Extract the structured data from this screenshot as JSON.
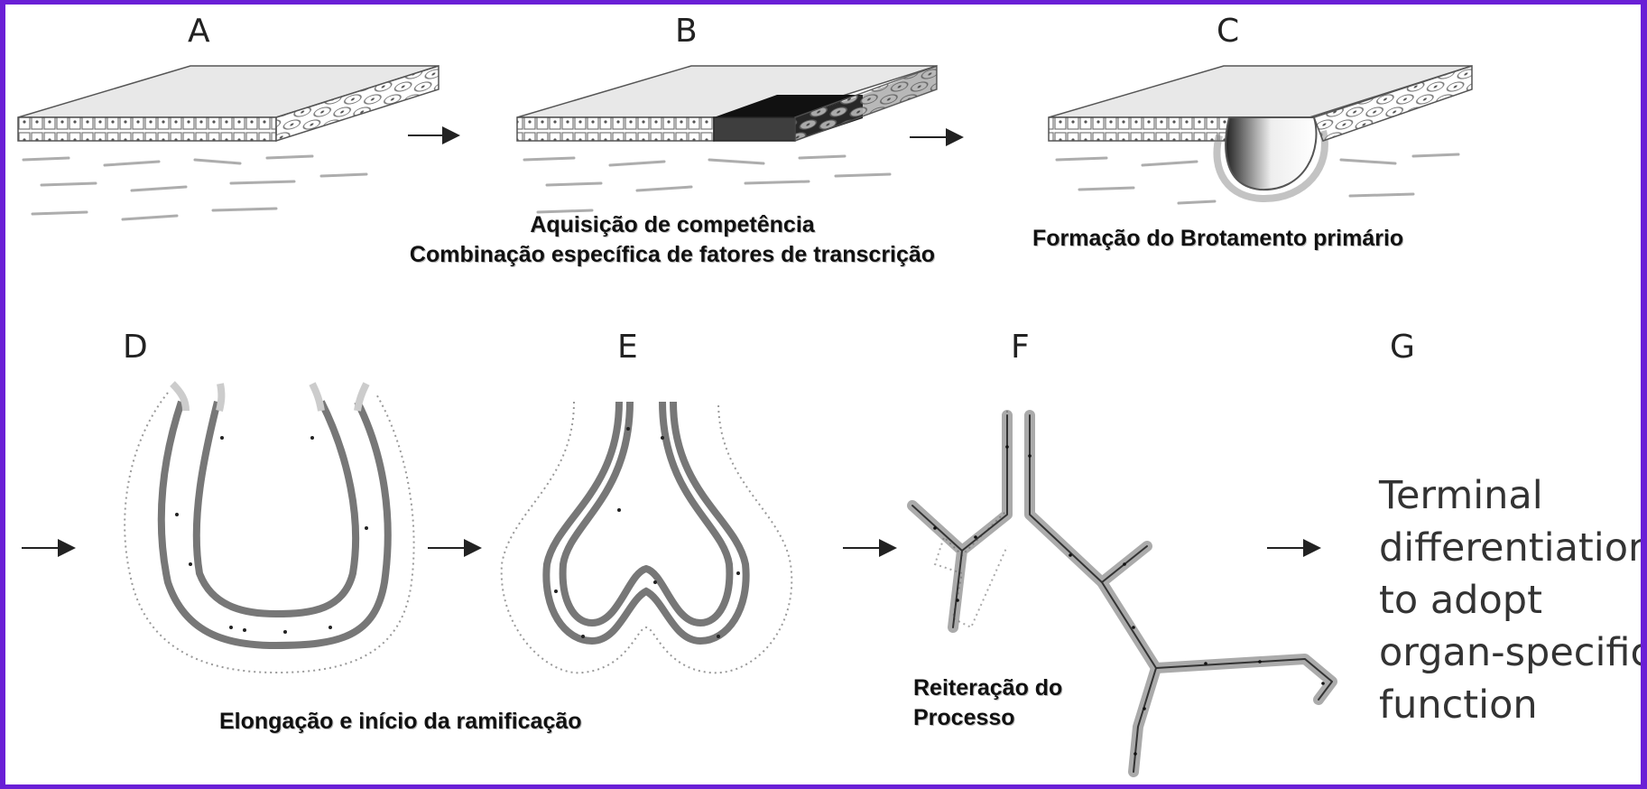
{
  "panel_letters": {
    "a": "A",
    "b": "B",
    "c": "C",
    "d": "D",
    "e": "E",
    "f": "F",
    "g": "G"
  },
  "captions": {
    "b_line1": "Aquisição de competência",
    "b_line2": "Combinação específica de fatores de transcrição",
    "c": "Formação do Brotamento primário",
    "de": "Elongação e início da ramificação",
    "f_line1": "Reiteração do",
    "f_line2": "Processo"
  },
  "terminal": {
    "line1": "Terminal",
    "line2": "differentiation",
    "line3": "to adopt",
    "line4": "organ-specific",
    "line5": "function"
  }
}
